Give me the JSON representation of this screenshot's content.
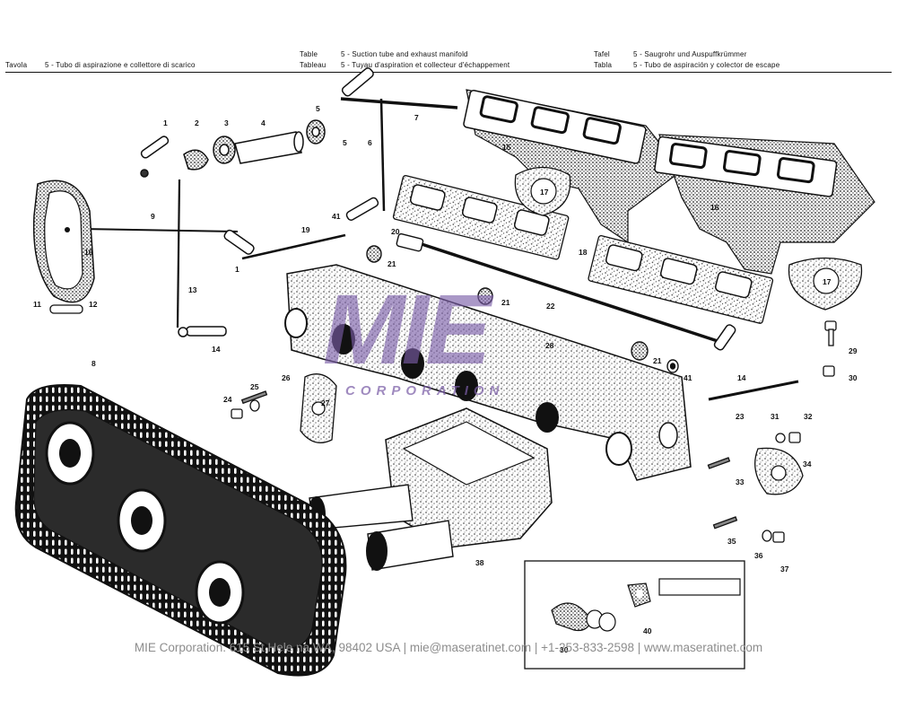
{
  "header": {
    "it": {
      "key": "Tavola",
      "text": "5 - Tubo di aspirazione e collettore di scarico"
    },
    "en": {
      "key": "Table",
      "text": "5 - Suction tube and exhaust manifold"
    },
    "fr": {
      "key": "Tableau",
      "text": "5 - Tuyau d'aspiration et collecteur d'échappement"
    },
    "de": {
      "key": "Tafel",
      "text": "5 - Saugrohr und Auspuffkrümmer"
    },
    "es": {
      "key": "Tabla",
      "text": "5 - Tubo de aspiración y colector de escape"
    }
  },
  "watermark": {
    "logo": "MIE",
    "subtitle": "CORPORATION",
    "color": "#7b5ea7"
  },
  "callouts": {
    "c1": "1",
    "c2": "2",
    "c3": "3",
    "c4": "4",
    "c5a": "5",
    "c5b": "5",
    "c6": "6",
    "c7": "7",
    "c8": "8",
    "c9": "9",
    "c10": "10",
    "c11": "11",
    "c12": "12",
    "c13": "13",
    "c14a": "14",
    "c14b": "14",
    "c15": "15",
    "c16": "16",
    "c17a": "17",
    "c17b": "17",
    "c18": "18",
    "c19": "19",
    "c20": "20",
    "c21a": "21",
    "c21b": "21",
    "c21c": "21",
    "c22": "22",
    "c23": "23",
    "c24": "24",
    "c25": "25",
    "c26": "26",
    "c27": "27",
    "c28": "28",
    "c29": "29",
    "c30a": "30",
    "c30b": "30",
    "c31": "31",
    "c32": "32",
    "c33": "33",
    "c34": "34",
    "c35": "35",
    "c36": "36",
    "c37": "37",
    "c38": "38",
    "c40": "40",
    "c41a": "41",
    "c41b": "41",
    "c1b": "1"
  },
  "footer": {
    "text": "MIE Corporation. 615 St.Hele          na WA, 98402 USA  |  mie@maseratinet.com  |  +1-253-833-2598  |  www.maseratinet.com"
  }
}
